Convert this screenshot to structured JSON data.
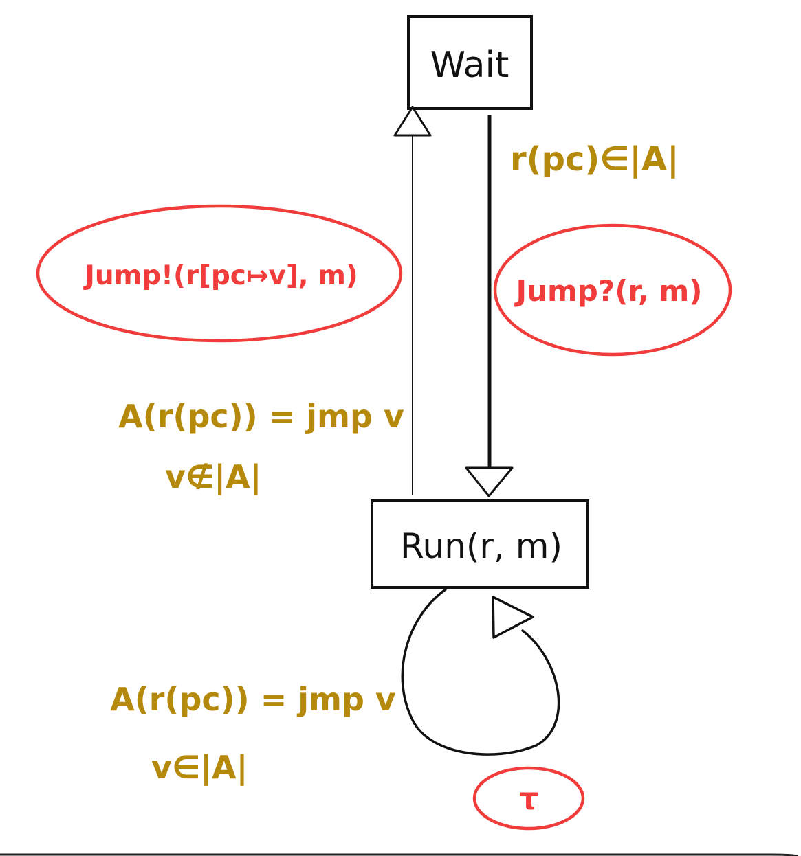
{
  "colors": {
    "ink": "#111111",
    "guard": "#b58a0c",
    "action": "#f13c3c",
    "background": "#ffffff"
  },
  "states": {
    "wait": {
      "label": "Wait"
    },
    "run": {
      "label": "Run(r, m)"
    }
  },
  "transitions": {
    "run_to_wait": {
      "action": "Jump!(r[pc↦v], m)",
      "guard_line1": "A(r(pc)) = jmp v",
      "guard_line2": "v∉|A|"
    },
    "wait_to_run": {
      "action": "Jump?(r, m)",
      "guard": "r(pc)∈|A|"
    },
    "run_self_loop": {
      "action": "τ",
      "guard_line1": "A(r(pc)) = jmp v",
      "guard_line2": "v∈|A|"
    }
  }
}
